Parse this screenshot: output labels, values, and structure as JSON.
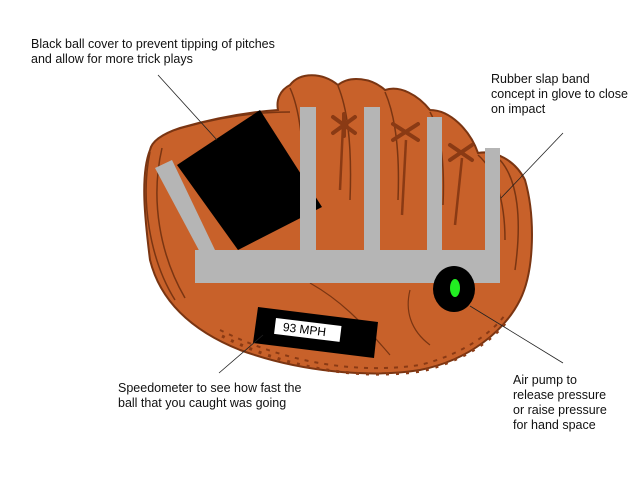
{
  "annotations": {
    "ball_cover": "Black ball cover to prevent tipping of pitches\nand allow for more trick plays",
    "slap_band": "Rubber slap band\nconcept in glove to close\non impact",
    "speedometer": "Speedometer to see how fast the\nball that you caught was going",
    "air_pump": "Air pump to\nrelease pressure\nor raise pressure\nfor hand space"
  },
  "speedometer_display": "93 MPH",
  "colors": {
    "glove": "#c8612a",
    "glove_outline": "#7a3512",
    "stitch": "#8a3a14",
    "band": "#b5b5b5",
    "cover": "#000000",
    "pump_light": "#22ee22"
  }
}
